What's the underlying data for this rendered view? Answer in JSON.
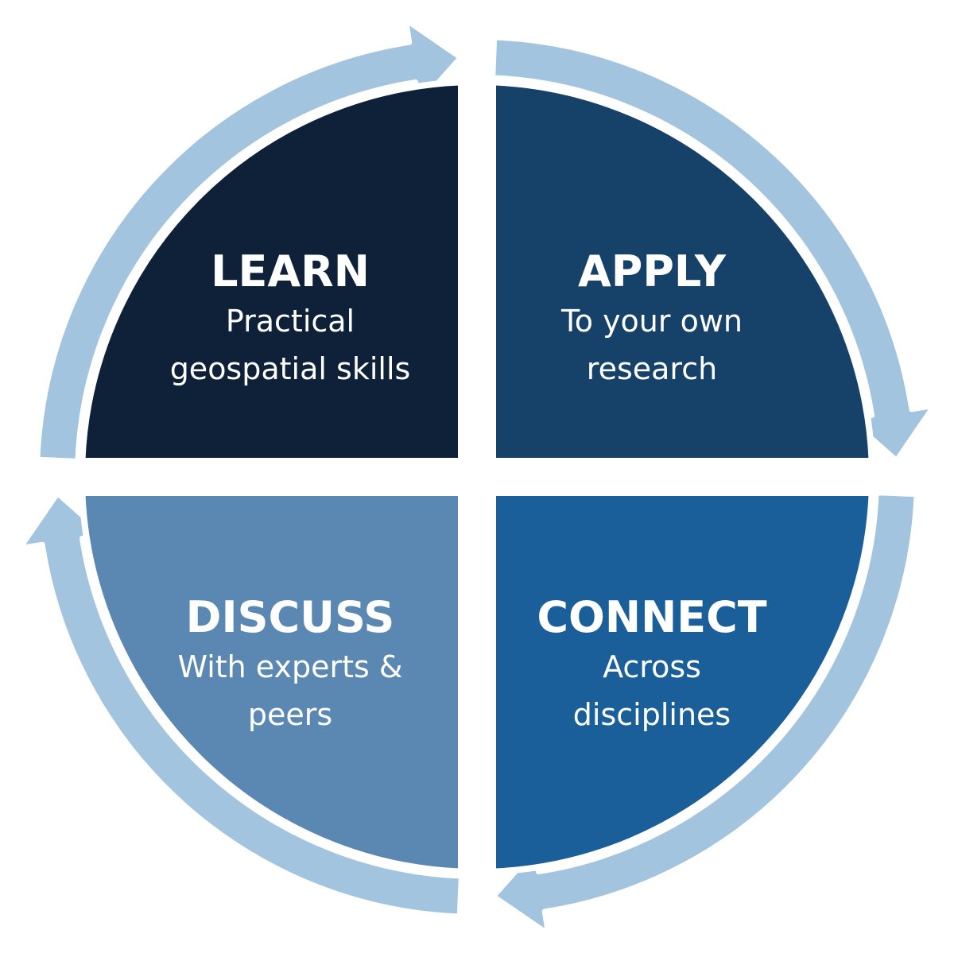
{
  "colors": {
    "ring": "#a3c4de",
    "learn": "#0e2139",
    "apply": "#16426a",
    "connect": "#1a5f99",
    "discuss": "#5b88b2",
    "text": "#ffffff",
    "background": "#ffffff"
  },
  "quadrants": [
    {
      "id": "learn",
      "title": "LEARN",
      "lines": [
        "Practical",
        "geospatial skills"
      ]
    },
    {
      "id": "apply",
      "title": "APPLY",
      "lines": [
        "To your own",
        "research"
      ]
    },
    {
      "id": "connect",
      "title": "CONNECT",
      "lines": [
        "Across",
        "disciplines"
      ]
    },
    {
      "id": "discuss",
      "title": "DISCUSS",
      "lines": [
        "With experts &",
        "peers"
      ]
    }
  ],
  "cycle_order": [
    "LEARN",
    "APPLY",
    "CONNECT",
    "DISCUSS"
  ]
}
